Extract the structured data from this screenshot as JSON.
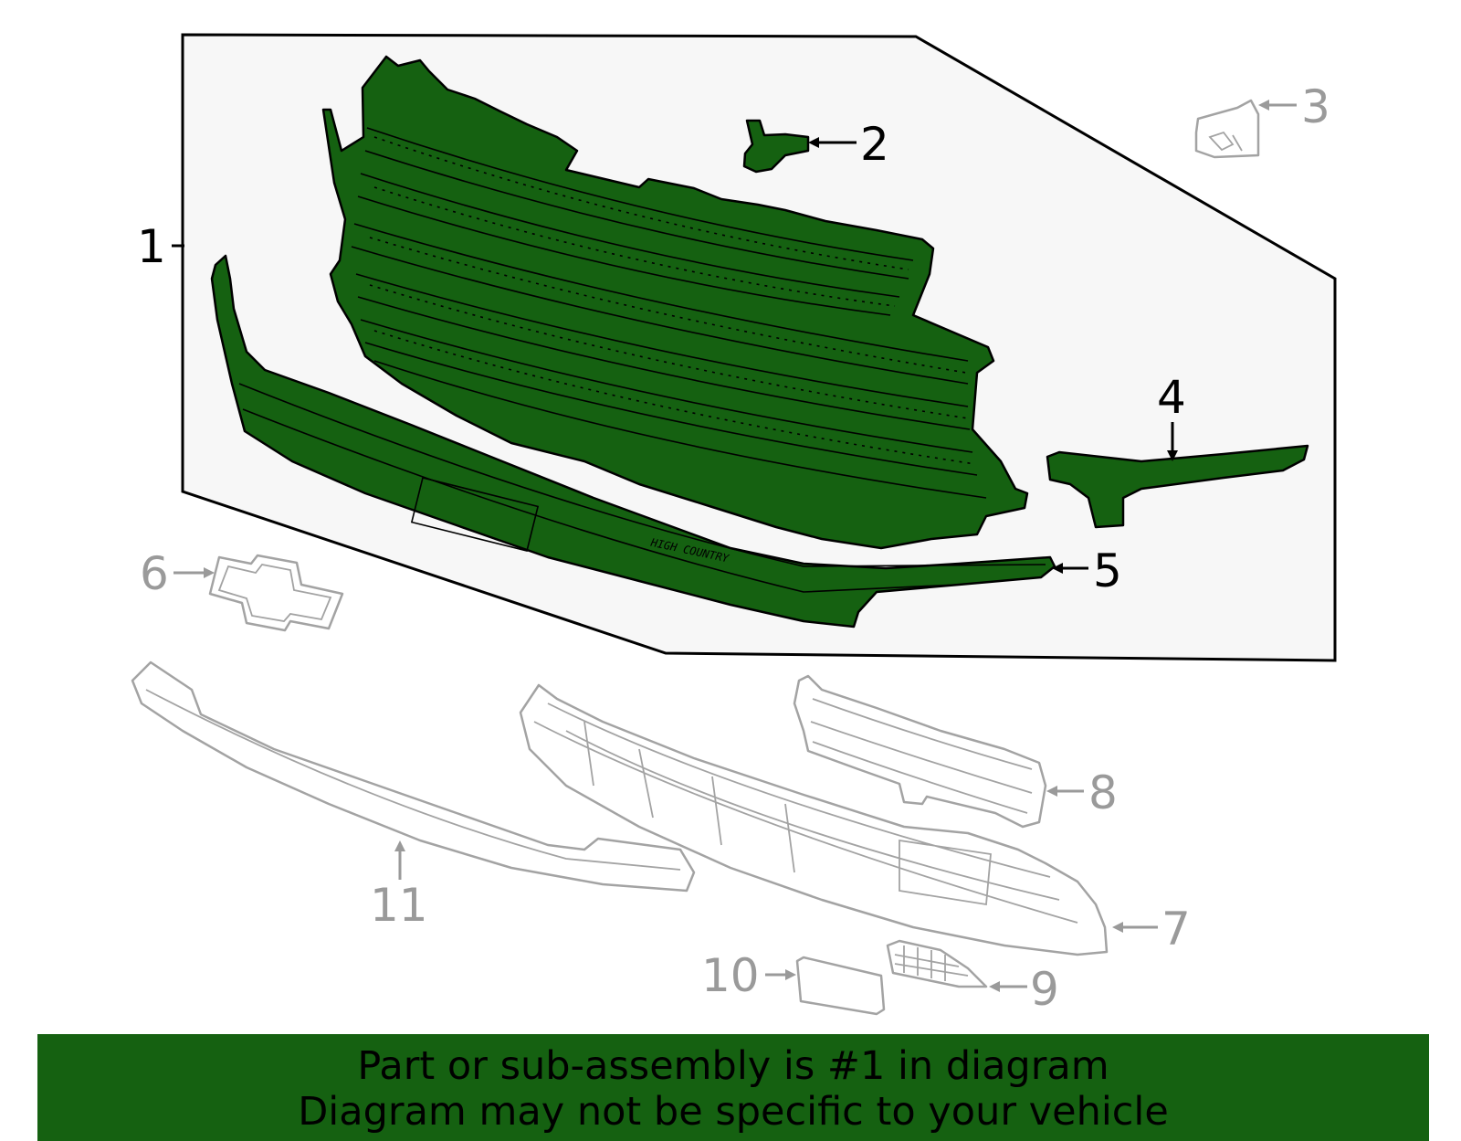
{
  "callouts": {
    "c1": "1",
    "c2": "2",
    "c3": "3",
    "c4": "4",
    "c5": "5",
    "c6": "6",
    "c7": "7",
    "c8": "8",
    "c9": "9",
    "c10": "10",
    "c11": "11"
  },
  "grille_text": "HIGH COUNTRY",
  "banner": {
    "line1": "Part or sub-assembly is #1 in diagram",
    "line2": "Diagram may not be specific to your vehicle"
  },
  "colors": {
    "highlight": "#156111",
    "inactive": "#9a9a9a",
    "panel": "#f7f7f7"
  }
}
